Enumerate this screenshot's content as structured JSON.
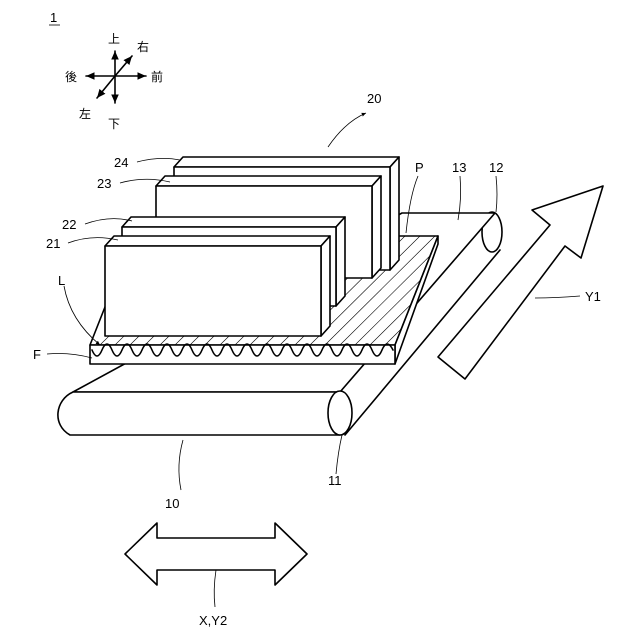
{
  "figure_number": "1",
  "compass": {
    "up": "上",
    "down": "下",
    "right": "右",
    "left": "左",
    "front": "前",
    "back": "後"
  },
  "labels": {
    "l20": "20",
    "l24": "24",
    "l23": "23",
    "l22": "22",
    "l21": "21",
    "lP": "P",
    "l13": "13",
    "l12": "12",
    "lL": "L",
    "lF": "F",
    "lY1": "Y1",
    "l10": "10",
    "l11": "11",
    "lXY2": "X,Y2"
  }
}
